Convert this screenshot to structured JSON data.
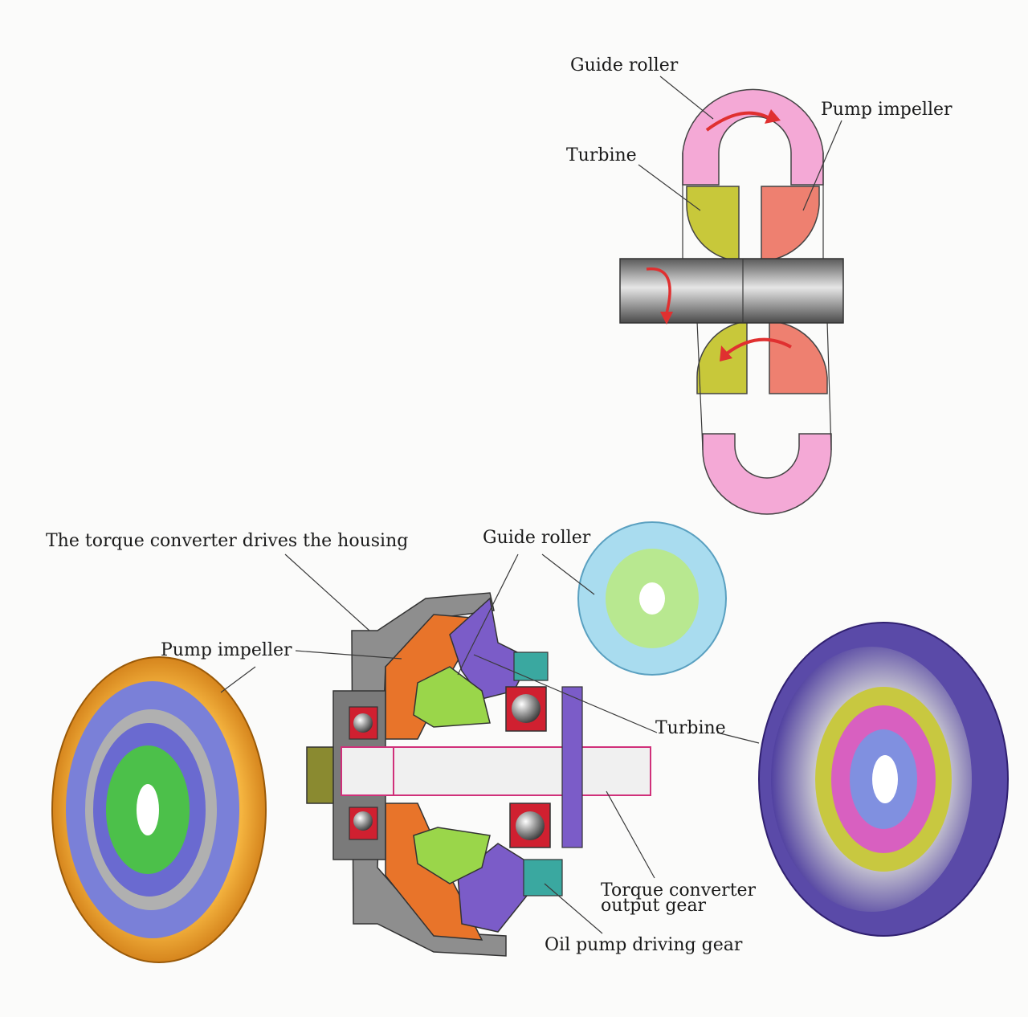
{
  "top_diagram": {
    "labels": {
      "guide_roller": "Guide roller",
      "pump_impeller": "Pump impeller",
      "turbine": "Turbine"
    },
    "colors": {
      "guide_roller": "#f4a9d6",
      "pump_impeller": "#ee8070",
      "turbine": "#c8c83a",
      "flow_arrow": "#e03030",
      "shaft": "#8c8c8c"
    }
  },
  "bottom_diagram": {
    "labels": {
      "housing": "The torque converter drives the housing",
      "guide_roller": "Guide roller",
      "pump_impeller": "Pump impeller",
      "turbine": "Turbine",
      "output_gear_line1": "Torque converter",
      "output_gear_line2": "output gear",
      "oil_pump_gear": "Oil pump driving gear"
    },
    "colors": {
      "housing": "#8e8e8e",
      "pump_impeller": "#e8742a",
      "turbine": "#7b5cc8",
      "guide_roller": "#9ad64a",
      "stator_wheel": "#a9dcef",
      "pump_wheel": "#f0a020",
      "turbine_wheel": "#5a4aa8"
    }
  }
}
